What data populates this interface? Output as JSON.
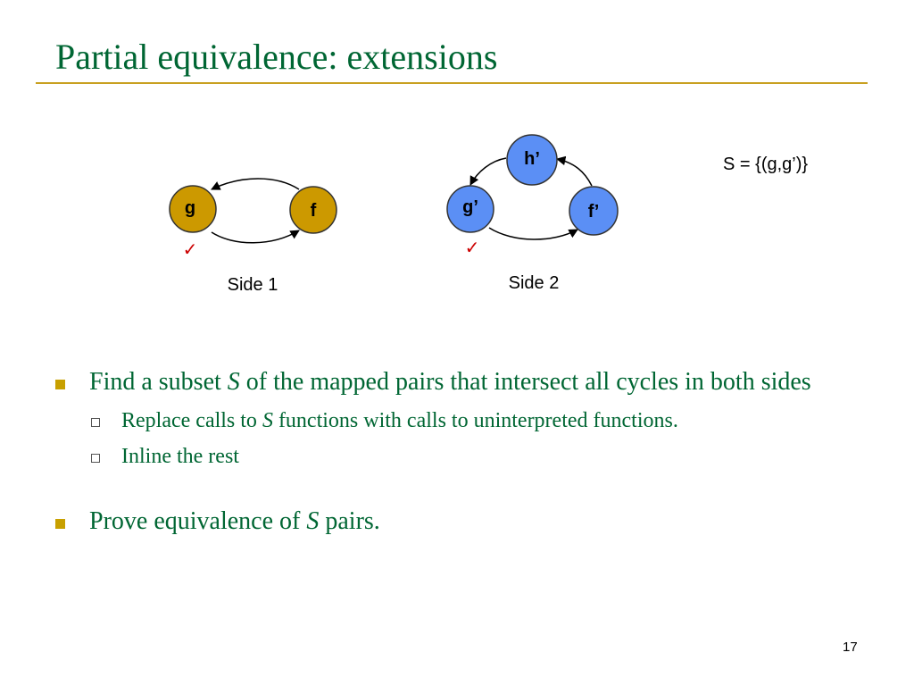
{
  "slide": {
    "title": "Partial equivalence: extensions",
    "page_number": "17"
  },
  "diagram": {
    "side1": {
      "label": "Side 1",
      "nodes": {
        "g": "g",
        "f": "f"
      },
      "checkmark": "✓"
    },
    "side2": {
      "label": "Side 2",
      "nodes": {
        "h": "h’",
        "g": "g’",
        "f": "f’"
      },
      "checkmark": "✓"
    },
    "set_label": "S = {(g,g’)}",
    "colors": {
      "side1_node": "#cc9900",
      "side2_node": "#5b8ff5",
      "check": "#cc0000"
    }
  },
  "bullets": [
    {
      "pre": "Find a subset ",
      "var": "S",
      "post": " of the mapped pairs that intersect all cycles in both sides",
      "sub": [
        {
          "pre": "Replace calls to ",
          "var": "S",
          "post": " functions with calls to uninterpreted functions."
        },
        {
          "text": "Inline the rest"
        }
      ]
    },
    {
      "pre": "Prove equivalence of ",
      "var": "S",
      "post": " pairs."
    }
  ]
}
